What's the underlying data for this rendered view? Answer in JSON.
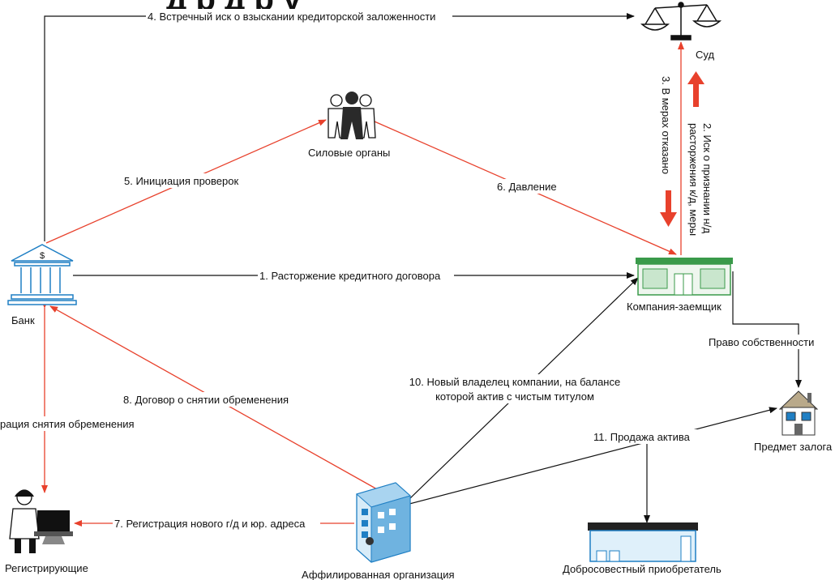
{
  "title_fragment": "д  р   д    р у",
  "nodes": {
    "court": "Суд",
    "security": "Силовые органы",
    "bank": "Банк",
    "company": "Компания-заемщик",
    "collateral": "Предмет залога",
    "registrars": "Регистрирующие",
    "affiliate": "Аффилированная организация",
    "buyer": "Добросовестный приобретатель"
  },
  "edges": {
    "e1": "1. Расторжение кредитного договора",
    "e2a": "2. Иск о признании н/д",
    "e2b": "расторжения к/д, меры",
    "e3": "3. В мерах отказано",
    "e4": "4. Встречный иск о взыскании кредиторской заложенности",
    "e5": "5. Инициация проверок",
    "e6": "6. Давление",
    "e7": "7. Регистрация нового г/д и юр. адреса",
    "e8": "8. Договор о снятии обременения",
    "e9": "рация снятия обременения",
    "e10a": "10. Новый владелец компании, на балансе",
    "e10b": "которой актив с чистым титулом",
    "e11": "11. Продажа актива",
    "ownership": "Право собственности"
  },
  "colors": {
    "red": "#e8412c",
    "black": "#111111",
    "blue": "#1f7fc4",
    "green": "#3a9a4a"
  }
}
